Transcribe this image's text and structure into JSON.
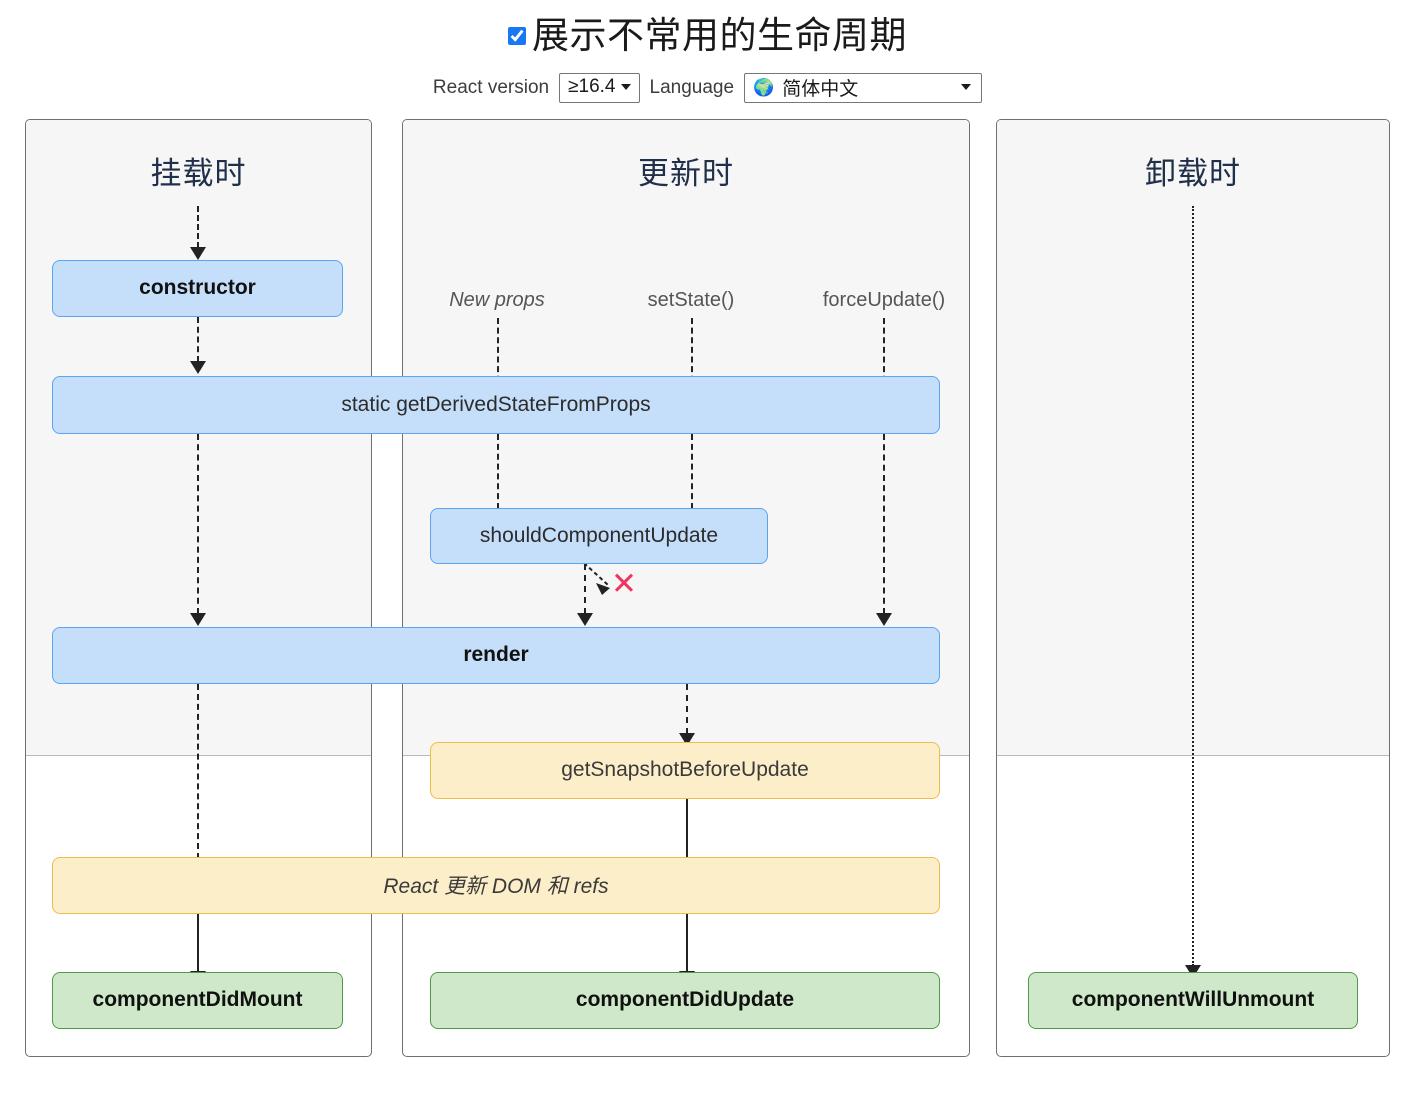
{
  "header": {
    "title": "展示不常用的生命周期",
    "checkbox_checked": true,
    "react_version_label": "React version",
    "react_version_value": "≥16.4",
    "language_label": "Language",
    "language_value": "简体中文",
    "globe_icon": "🌍"
  },
  "columns": {
    "mounting_title": "挂载时",
    "updating_title": "更新时",
    "unmounting_title": "卸载时"
  },
  "triggers": {
    "new_props": "New props",
    "set_state": "setState()",
    "force_update": "forceUpdate()"
  },
  "nodes": {
    "constructor": "constructor",
    "get_derived_state_from_props": "static getDerivedStateFromProps",
    "should_component_update": "shouldComponentUpdate",
    "render": "render",
    "get_snapshot_before_update": "getSnapshotBeforeUpdate",
    "react_updates_dom": "React 更新 DOM 和 refs",
    "component_did_mount": "componentDidMount",
    "component_did_update": "componentDidUpdate",
    "component_will_unmount": "componentWillUnmount"
  },
  "markers": {
    "skip_render_x": "✕"
  },
  "colors": {
    "blue_fill": "#c5dffb",
    "blue_border": "#5ba4ef",
    "yellow_fill": "#fceec9",
    "yellow_border": "#edbd4b",
    "green_fill": "#cee8c9",
    "green_border": "#4e9a46",
    "x_mark": "#ef365f",
    "panel_bg_render_phase": "#f6f6f6",
    "title_color": "#21304a",
    "accent_checkbox": "#1877f2"
  }
}
